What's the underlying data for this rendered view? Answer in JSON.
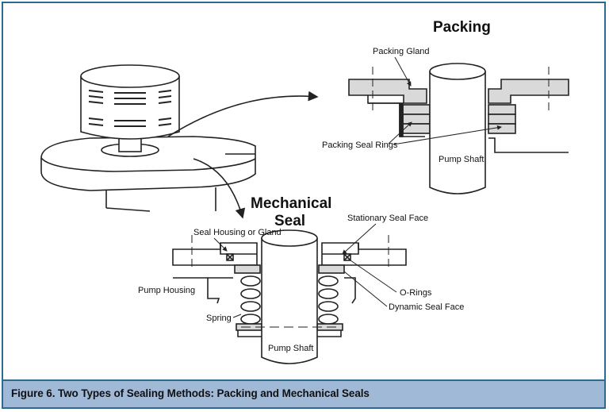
{
  "titles": {
    "packing": "Packing",
    "mechanical_line1": "Mechanical",
    "mechanical_line2": "Seal"
  },
  "labels": {
    "packing_gland": "Packing Gland",
    "packing_seal_rings": "Packing Seal Rings",
    "pump_shaft_top": "Pump Shaft",
    "stationary_seal_face": "Stationary Seal Face",
    "seal_housing": "Seal Housing or Gland",
    "pump_housing": "Pump Housing",
    "o_rings": "O-Rings",
    "dynamic_seal_face": "Dynamic Seal Face",
    "spring": "Spring",
    "pump_shaft_bottom": "Pump Shaft"
  },
  "caption": "Figure 6. Two Types of Sealing Methods: Packing and Mechanical Seals",
  "colors": {
    "frame_border": "#2e6a8e",
    "caption_bg": "#9fb9d6",
    "part_fill": "#d9d9d9",
    "line": "#222222"
  }
}
